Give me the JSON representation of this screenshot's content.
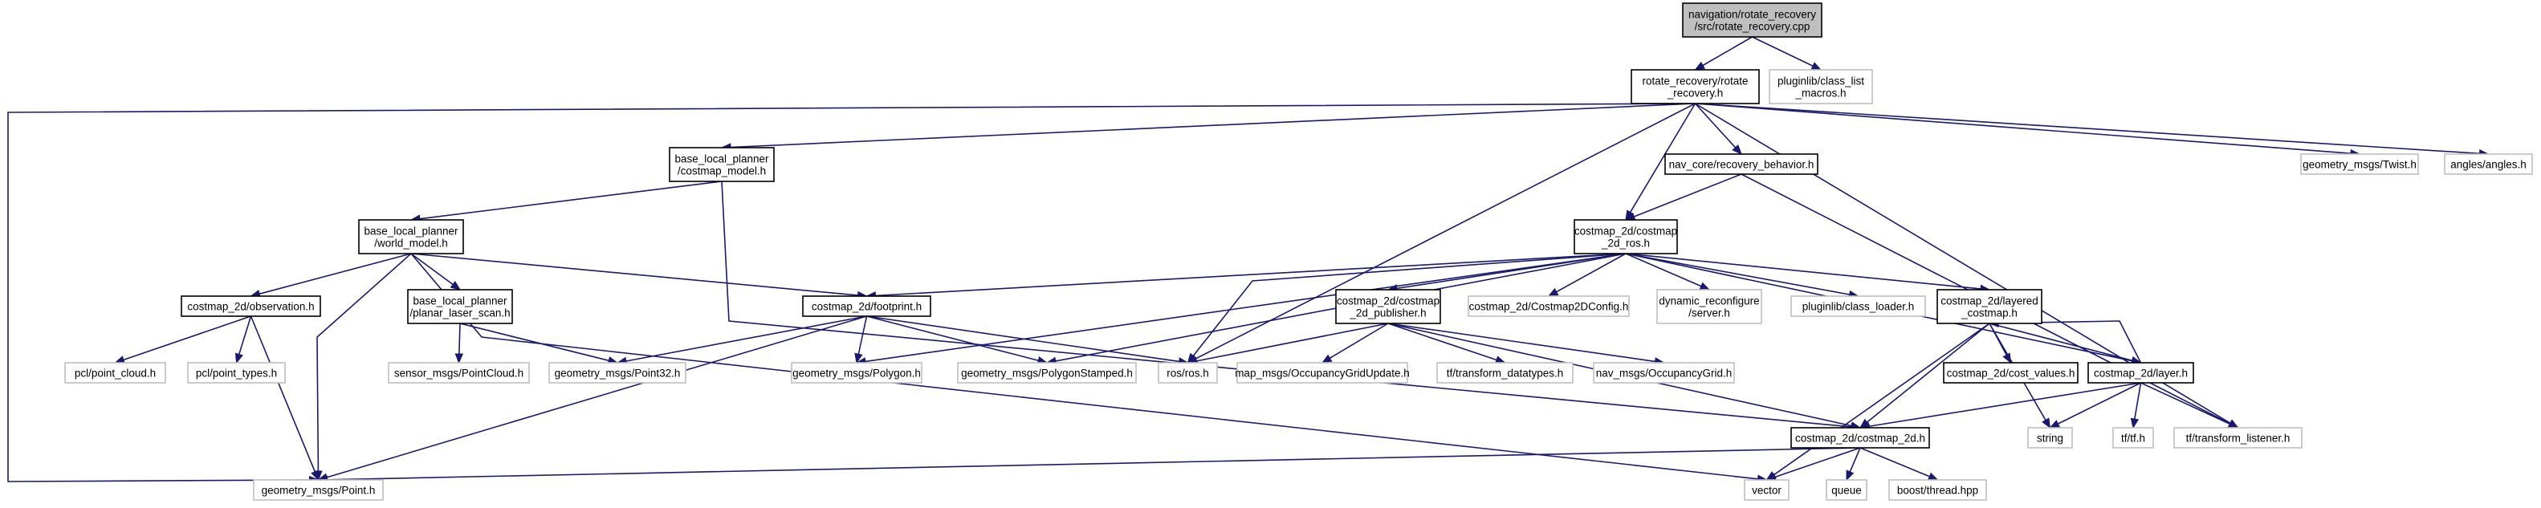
{
  "diagram": {
    "nodes": [
      {
        "id": "root",
        "kind": "root",
        "lines": [
          "navigation/rotate_recovery",
          "/src/rotate_recovery.cpp"
        ]
      },
      {
        "id": "rr_h",
        "kind": "local",
        "lines": [
          "rotate_recovery/rotate",
          "_recovery.h"
        ]
      },
      {
        "id": "pluginlib_cl",
        "kind": "external",
        "lines": [
          "pluginlib/class_list",
          "_macros.h"
        ]
      },
      {
        "id": "blp_costmap_model",
        "kind": "local",
        "lines": [
          "base_local_planner",
          "/costmap_model.h"
        ]
      },
      {
        "id": "nav_core_rb",
        "kind": "local",
        "lines": [
          "nav_core/recovery_behavior.h"
        ]
      },
      {
        "id": "twist",
        "kind": "external",
        "lines": [
          "geometry_msgs/Twist.h"
        ]
      },
      {
        "id": "angles",
        "kind": "external",
        "lines": [
          "angles/angles.h"
        ]
      },
      {
        "id": "blp_world_model",
        "kind": "local",
        "lines": [
          "base_local_planner",
          "/world_model.h"
        ]
      },
      {
        "id": "costmap_ros",
        "kind": "local",
        "lines": [
          "costmap_2d/costmap",
          "_2d_ros.h"
        ]
      },
      {
        "id": "observation",
        "kind": "local",
        "lines": [
          "costmap_2d/observation.h"
        ]
      },
      {
        "id": "blp_pls",
        "kind": "local",
        "lines": [
          "base_local_planner",
          "/planar_laser_scan.h"
        ]
      },
      {
        "id": "footprint",
        "kind": "local",
        "lines": [
          "costmap_2d/footprint.h"
        ]
      },
      {
        "id": "costmap_pub",
        "kind": "local",
        "lines": [
          "costmap_2d/costmap",
          "_2d_publisher.h"
        ]
      },
      {
        "id": "c2d_config",
        "kind": "external",
        "lines": [
          "costmap_2d/Costmap2DConfig.h"
        ]
      },
      {
        "id": "dyn_reconf",
        "kind": "external",
        "lines": [
          "dynamic_reconfigure",
          "/server.h"
        ]
      },
      {
        "id": "pl_class_loader",
        "kind": "external",
        "lines": [
          "pluginlib/class_loader.h"
        ]
      },
      {
        "id": "layered_costmap",
        "kind": "local",
        "lines": [
          "costmap_2d/layered",
          "_costmap.h"
        ]
      },
      {
        "id": "pcl_pc",
        "kind": "external",
        "lines": [
          "pcl/point_cloud.h"
        ]
      },
      {
        "id": "pcl_pt",
        "kind": "external",
        "lines": [
          "pcl/point_types.h"
        ]
      },
      {
        "id": "sensor_pc",
        "kind": "external",
        "lines": [
          "sensor_msgs/PointCloud.h"
        ]
      },
      {
        "id": "point32",
        "kind": "external",
        "lines": [
          "geometry_msgs/Point32.h"
        ]
      },
      {
        "id": "polygon",
        "kind": "external",
        "lines": [
          "geometry_msgs/Polygon.h"
        ]
      },
      {
        "id": "polygon_stamped",
        "kind": "external",
        "lines": [
          "geometry_msgs/PolygonStamped.h"
        ]
      },
      {
        "id": "ros_h",
        "kind": "external",
        "lines": [
          "ros/ros.h"
        ]
      },
      {
        "id": "occ_update",
        "kind": "external",
        "lines": [
          "map_msgs/OccupancyGridUpdate.h"
        ]
      },
      {
        "id": "tf_datatypes",
        "kind": "external",
        "lines": [
          "tf/transform_datatypes.h"
        ]
      },
      {
        "id": "occ_grid",
        "kind": "external",
        "lines": [
          "nav_msgs/OccupancyGrid.h"
        ]
      },
      {
        "id": "cost_values",
        "kind": "local",
        "lines": [
          "costmap_2d/cost_values.h"
        ]
      },
      {
        "id": "layer",
        "kind": "local",
        "lines": [
          "costmap_2d/layer.h"
        ]
      },
      {
        "id": "costmap_2d",
        "kind": "local",
        "lines": [
          "costmap_2d/costmap_2d.h"
        ]
      },
      {
        "id": "string",
        "kind": "external",
        "lines": [
          "string"
        ]
      },
      {
        "id": "tf_h",
        "kind": "external",
        "lines": [
          "tf/tf.h"
        ]
      },
      {
        "id": "tf_listener",
        "kind": "external",
        "lines": [
          "tf/transform_listener.h"
        ]
      },
      {
        "id": "point_h",
        "kind": "external",
        "lines": [
          "geometry_msgs/Point.h"
        ]
      },
      {
        "id": "vector",
        "kind": "external",
        "lines": [
          "vector"
        ]
      },
      {
        "id": "queue",
        "kind": "external",
        "lines": [
          "queue"
        ]
      },
      {
        "id": "boost_thread",
        "kind": "external",
        "lines": [
          "boost/thread.hpp"
        ]
      }
    ],
    "edges": [
      [
        "root",
        "rr_h"
      ],
      [
        "root",
        "pluginlib_cl"
      ],
      [
        "rr_h",
        "blp_costmap_model"
      ],
      [
        "rr_h",
        "nav_core_rb"
      ],
      [
        "rr_h",
        "twist"
      ],
      [
        "rr_h",
        "angles"
      ],
      [
        "rr_h",
        "costmap_ros"
      ],
      [
        "rr_h",
        "ros_h"
      ],
      [
        "rr_h",
        "tf_listener"
      ],
      [
        "rr_h",
        "point_h"
      ],
      [
        "blp_costmap_model",
        "blp_world_model"
      ],
      [
        "blp_costmap_model",
        "costmap_2d"
      ],
      [
        "nav_core_rb",
        "costmap_ros"
      ],
      [
        "nav_core_rb",
        "tf_listener"
      ],
      [
        "blp_world_model",
        "observation"
      ],
      [
        "blp_world_model",
        "blp_pls"
      ],
      [
        "blp_world_model",
        "footprint"
      ],
      [
        "blp_world_model",
        "point_h"
      ],
      [
        "blp_world_model",
        "vector"
      ],
      [
        "costmap_ros",
        "footprint"
      ],
      [
        "costmap_ros",
        "costmap_pub"
      ],
      [
        "costmap_ros",
        "c2d_config"
      ],
      [
        "costmap_ros",
        "dyn_reconf"
      ],
      [
        "costmap_ros",
        "pl_class_loader"
      ],
      [
        "costmap_ros",
        "layered_costmap"
      ],
      [
        "costmap_ros",
        "polygon"
      ],
      [
        "costmap_ros",
        "polygon_stamped"
      ],
      [
        "costmap_ros",
        "ros_h"
      ],
      [
        "costmap_ros",
        "layer"
      ],
      [
        "observation",
        "pcl_pc"
      ],
      [
        "observation",
        "pcl_pt"
      ],
      [
        "observation",
        "point_h"
      ],
      [
        "blp_pls",
        "sensor_pc"
      ],
      [
        "blp_pls",
        "point32"
      ],
      [
        "footprint",
        "point32"
      ],
      [
        "footprint",
        "polygon"
      ],
      [
        "footprint",
        "polygon_stamped"
      ],
      [
        "footprint",
        "ros_h"
      ],
      [
        "footprint",
        "point_h"
      ],
      [
        "costmap_pub",
        "ros_h"
      ],
      [
        "costmap_pub",
        "occ_update"
      ],
      [
        "costmap_pub",
        "tf_datatypes"
      ],
      [
        "costmap_pub",
        "occ_grid"
      ],
      [
        "costmap_pub",
        "costmap_2d"
      ],
      [
        "layered_costmap",
        "cost_values"
      ],
      [
        "layered_costmap",
        "layer"
      ],
      [
        "layered_costmap",
        "costmap_2d"
      ],
      [
        "layered_costmap",
        "string"
      ],
      [
        "layered_costmap",
        "vector"
      ],
      [
        "layer",
        "layered_costmap"
      ],
      [
        "layer",
        "costmap_2d"
      ],
      [
        "layer",
        "string"
      ],
      [
        "layer",
        "tf_h"
      ],
      [
        "layer",
        "tf_listener"
      ],
      [
        "costmap_2d",
        "point_h"
      ],
      [
        "costmap_2d",
        "vector"
      ],
      [
        "costmap_2d",
        "queue"
      ],
      [
        "costmap_2d",
        "boost_thread"
      ]
    ],
    "colors": {
      "edge": "#191970",
      "root_fill": "#bfbfbf",
      "local_border": "#000000",
      "external_border": "#bfbfbf",
      "text": "#000000",
      "background": "#ffffff"
    }
  }
}
